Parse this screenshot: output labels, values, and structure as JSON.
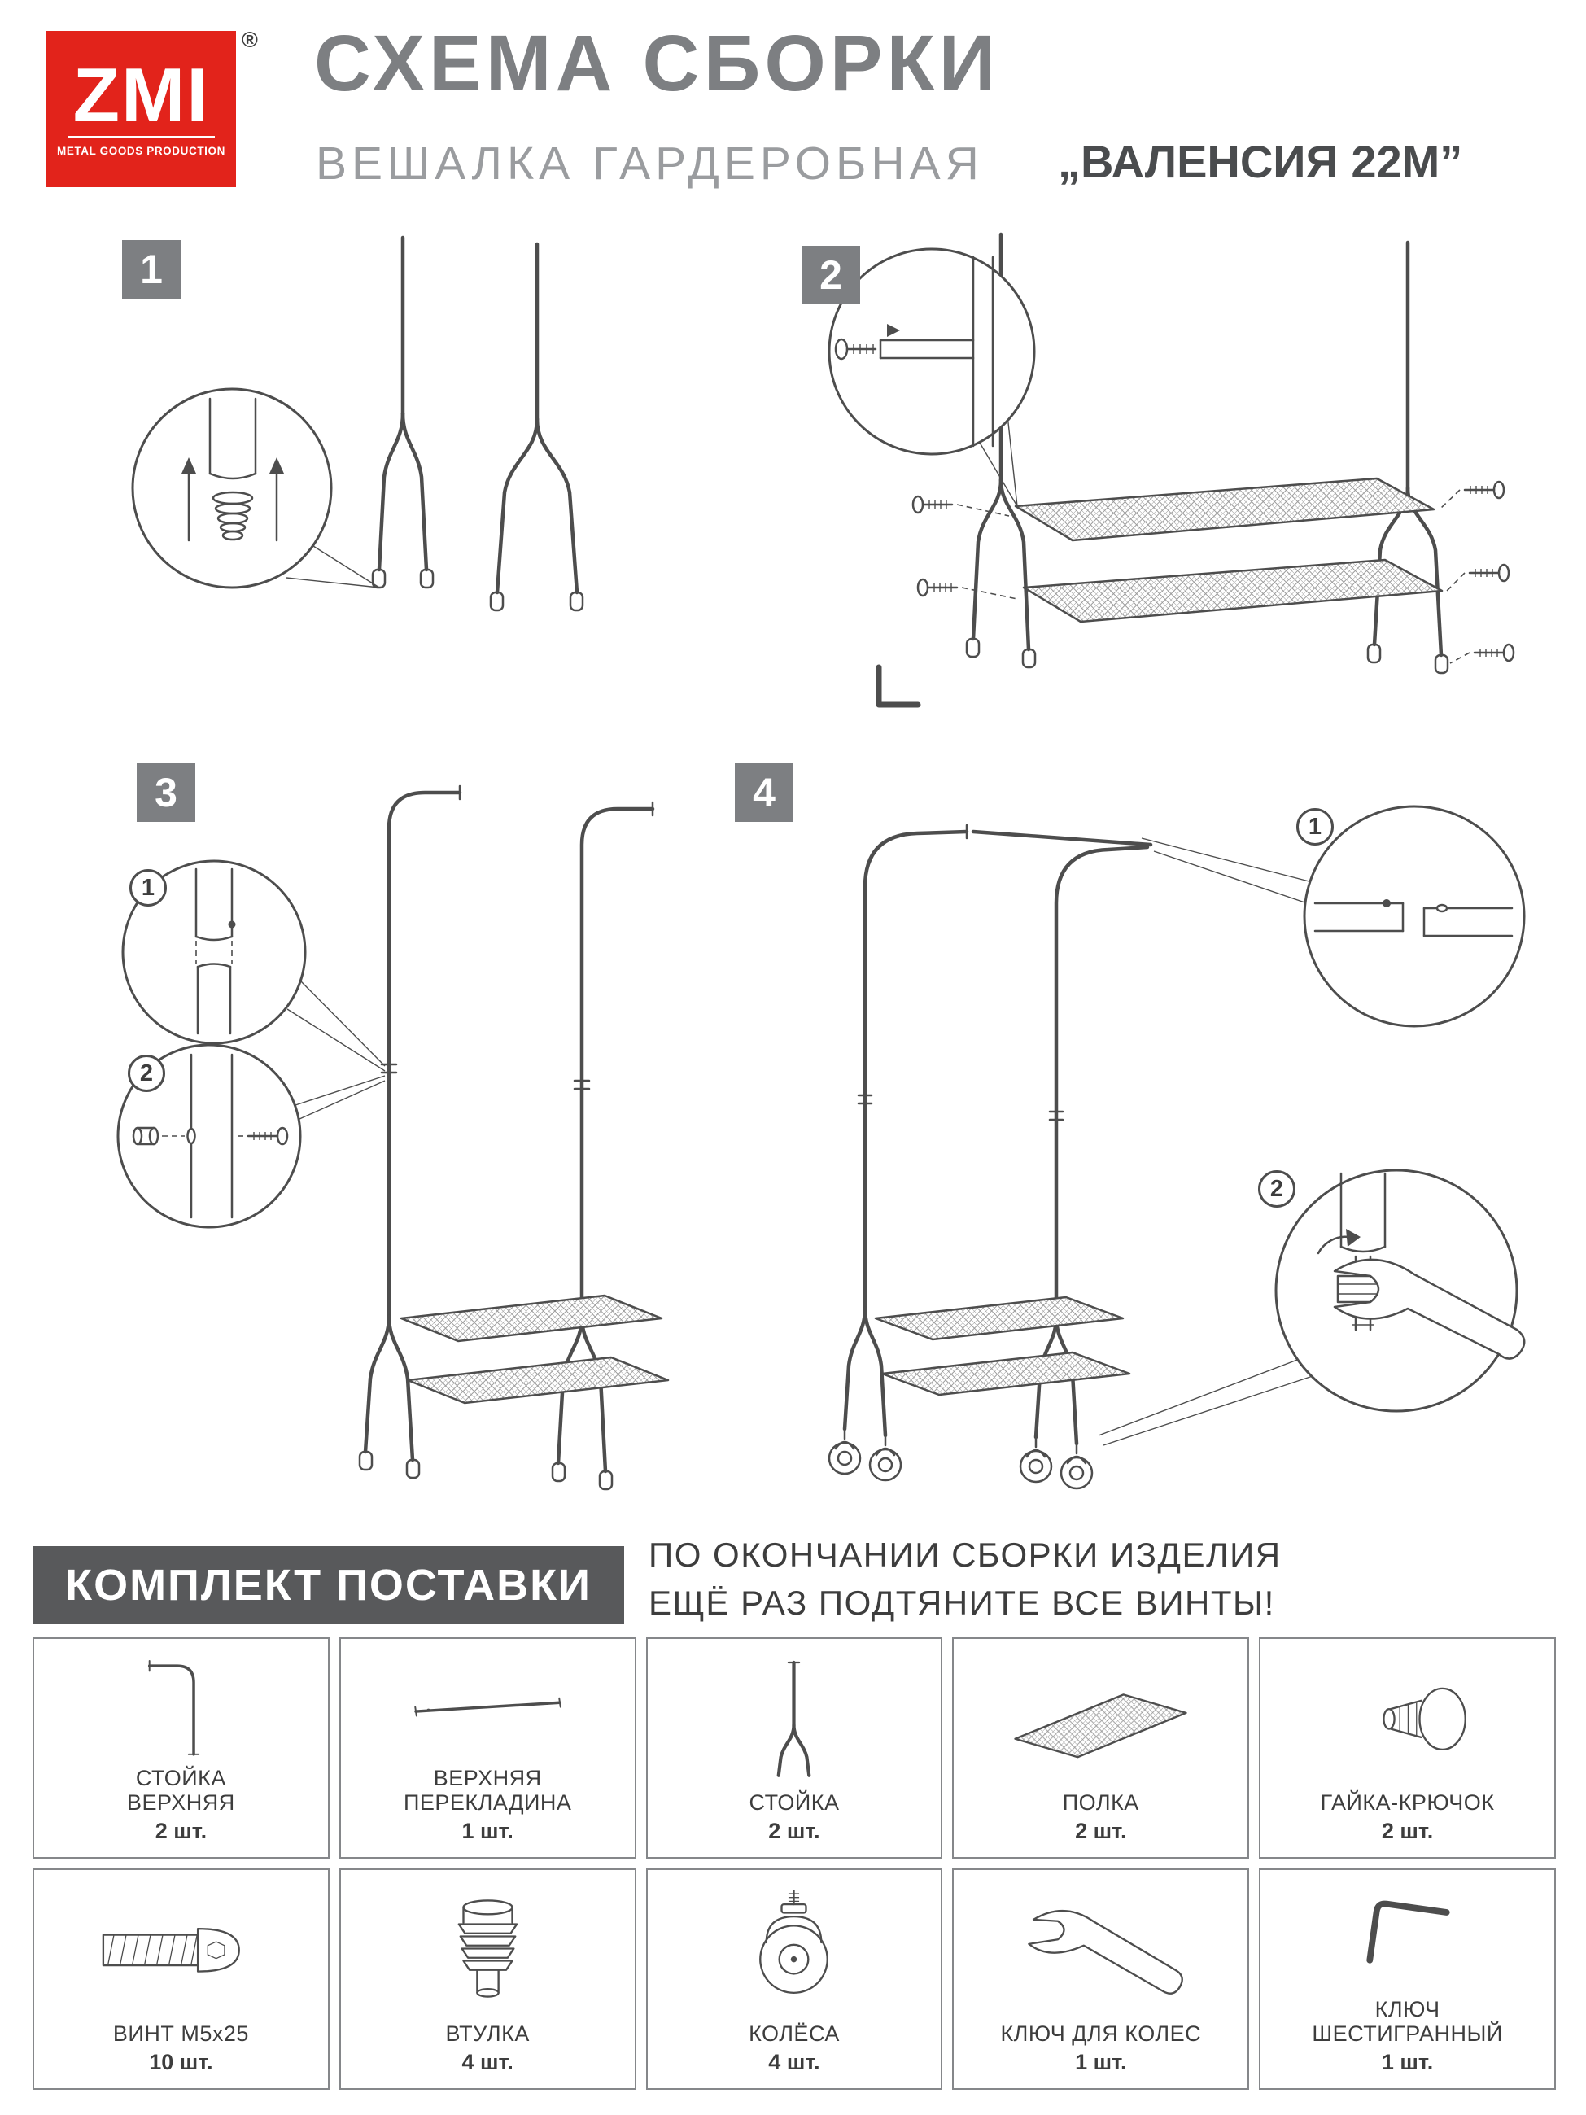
{
  "header": {
    "logo": {
      "brand": "ZMI",
      "registered": "®",
      "tagline": "METAL GOODS PRODUCTION"
    },
    "title": "СХЕМА СБОРКИ",
    "subtitle": "ВЕШАЛКА ГАРДЕРОБНАЯ",
    "model": "„ВАЛЕНСИЯ 22М”"
  },
  "steps": [
    {
      "number": "1"
    },
    {
      "number": "2"
    },
    {
      "number": "3",
      "callout1": "1",
      "callout2": "2"
    },
    {
      "number": "4",
      "callout1": "1",
      "callout2": "2"
    }
  ],
  "note": {
    "line1": "ПО ОКОНЧАНИИ СБОРКИ ИЗДЕЛИЯ",
    "line2": "ЕЩЁ РАЗ ПОДТЯНИТЕ ВСЕ ВИНТЫ!"
  },
  "package": {
    "title": "КОМПЛЕКТ ПОСТАВКИ",
    "items": [
      {
        "name": "СТОЙКА ВЕРХНЯЯ",
        "qty": "2 шт.",
        "icon": "upper-pole-icon"
      },
      {
        "name": "ВЕРХНЯЯ ПЕРЕКЛАДИНА",
        "qty": "1 шт.",
        "icon": "crossbar-icon"
      },
      {
        "name": "СТОЙКА",
        "qty": "2 шт.",
        "icon": "pole-icon"
      },
      {
        "name": "ПОЛКА",
        "qty": "2 шт.",
        "icon": "shelf-icon"
      },
      {
        "name": "ГАЙКА-КРЮЧОК",
        "qty": "2 шт.",
        "icon": "hook-nut-icon"
      },
      {
        "name": "ВИНТ М5х25",
        "qty": "10 шт.",
        "icon": "screw-icon"
      },
      {
        "name": "ВТУЛКА",
        "qty": "4 шт.",
        "icon": "bushing-icon"
      },
      {
        "name": "КОЛЁСА",
        "qty": "4 шт.",
        "icon": "caster-icon"
      },
      {
        "name": "КЛЮЧ ДЛЯ КОЛЕС",
        "qty": "1 шт.",
        "icon": "wheel-wrench-icon"
      },
      {
        "name": "КЛЮЧ ШЕСТИГРАННЫЙ",
        "qty": "1 шт.",
        "icon": "hex-key-icon"
      }
    ]
  },
  "colors": {
    "brand_red": "#E2231B",
    "title_gray": "#7D7F82",
    "subtitle_gray": "#9A9C9F",
    "model_gray": "#4A4C4E",
    "package_bar_gray": "#58595B",
    "line_color": "#4D4D4D"
  }
}
